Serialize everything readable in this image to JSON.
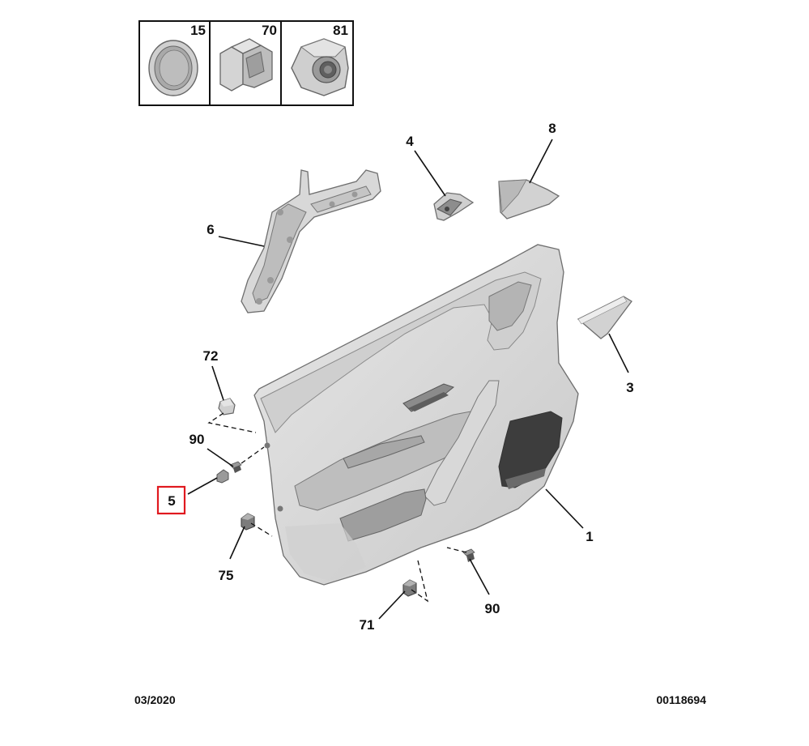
{
  "inset": {
    "parts": [
      {
        "number": "15",
        "icon": "grommet-icon"
      },
      {
        "number": "70",
        "icon": "clip-icon"
      },
      {
        "number": "81",
        "icon": "nut-icon"
      }
    ]
  },
  "callouts": {
    "p1": "1",
    "p3": "3",
    "p4": "4",
    "p5": "5",
    "p6": "6",
    "p8": "8",
    "p71": "71",
    "p72": "72",
    "p75": "75",
    "p90a": "90",
    "p90b": "90"
  },
  "footer": {
    "date": "03/2020",
    "reference": "00118694"
  },
  "colors": {
    "highlight_box": "#e0191f",
    "part_fill": "#d7d7d7",
    "part_shadow": "#9a9a9a",
    "line": "#111111"
  }
}
